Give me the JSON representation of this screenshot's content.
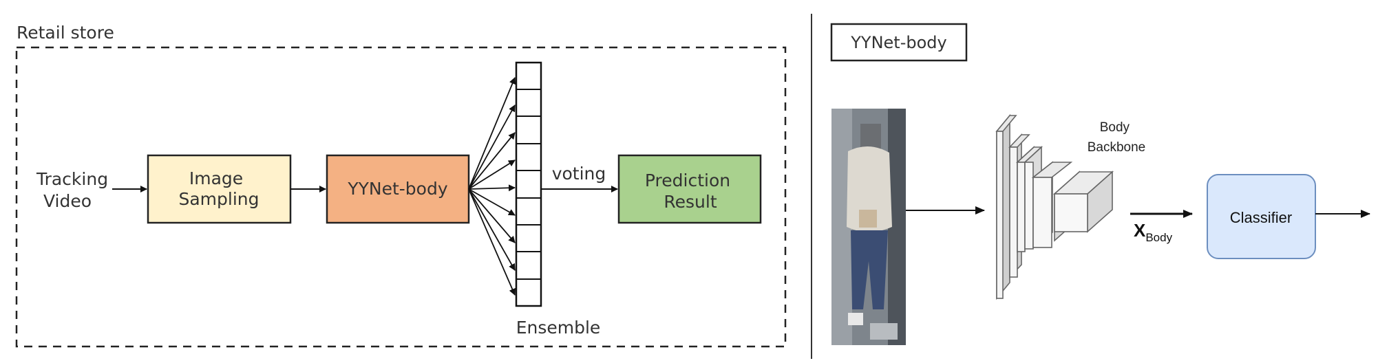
{
  "left_panel": {
    "container_label": "Retail store",
    "input_label": [
      "Tracking",
      "Video"
    ],
    "box_sampling": [
      "Image",
      "Sampling"
    ],
    "box_model": "YYNet-body",
    "box_result": [
      "Prediction",
      "Result"
    ],
    "voting_label": "voting",
    "ensemble_label": "Ensemble",
    "ensemble_cells": 9,
    "colors": {
      "sampling": "#fff2cc",
      "model": "#f4b183",
      "result": "#a9d18e",
      "ensemble": "#ffffff"
    }
  },
  "right_panel": {
    "title": "YYNet-body",
    "backbone_label": [
      "Body",
      "Backbone"
    ],
    "feature_label": "X",
    "feature_subscript": "Body",
    "classifier_label": "Classifier",
    "colors": {
      "classifier_fill": "#dae8fc",
      "classifier_stroke": "#6c8ebf"
    }
  }
}
